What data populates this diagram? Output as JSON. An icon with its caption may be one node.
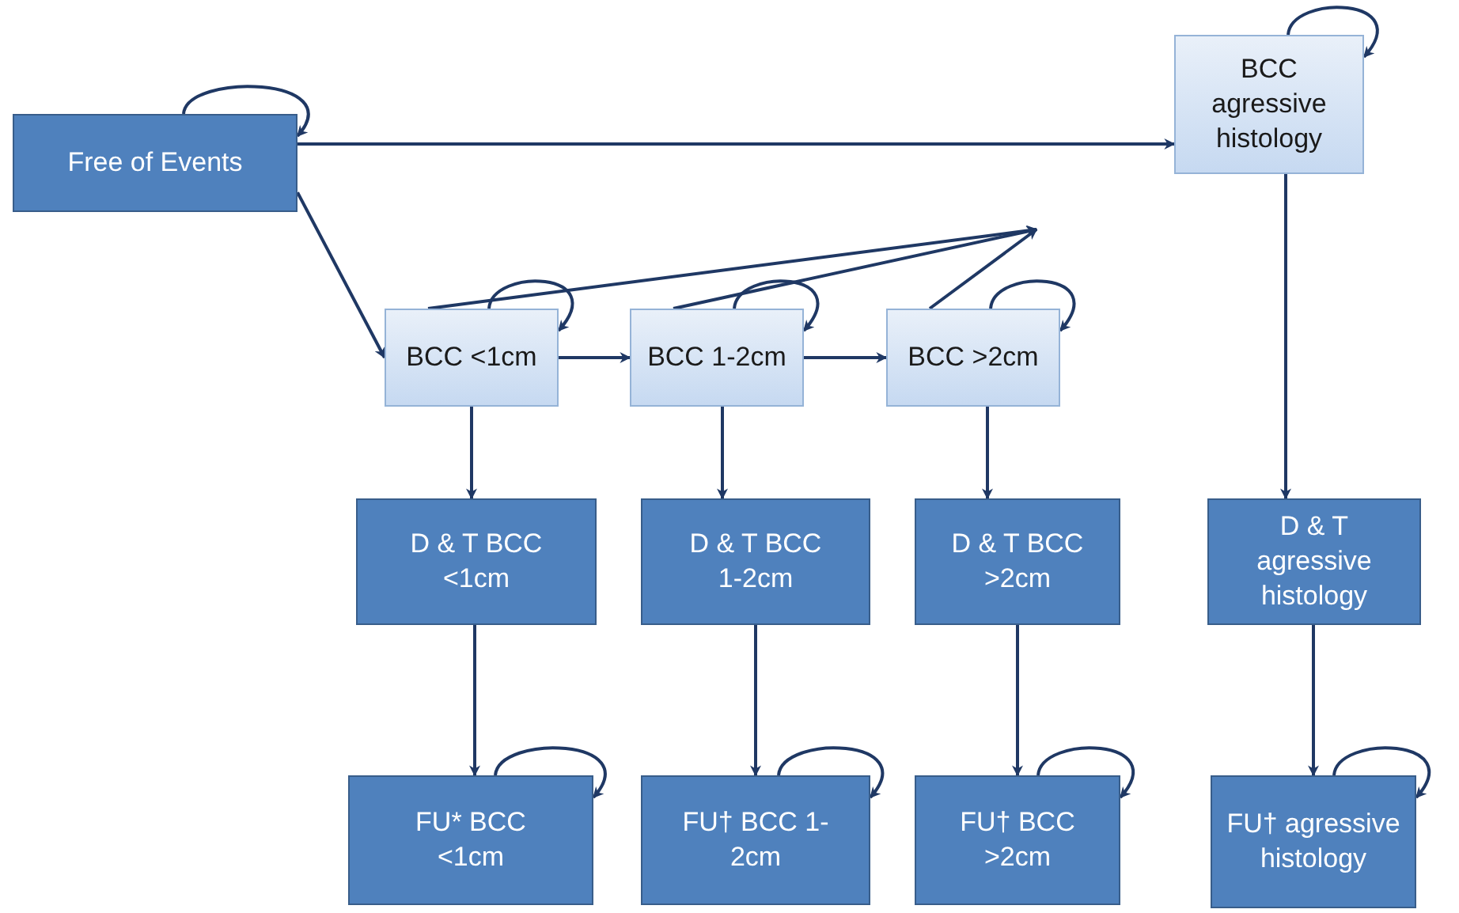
{
  "diagram": {
    "nodes": [
      {
        "text": [
          "Free of Events"
        ]
      },
      {
        "text": [
          "BCC agressive histology"
        ]
      },
      {
        "text": [
          "BCC <1cm"
        ]
      },
      {
        "text": [
          "BCC 1-2cm"
        ]
      },
      {
        "text": [
          "BCC >2cm"
        ]
      },
      {
        "text": [
          "D & T BCC <1cm"
        ]
      },
      {
        "text": [
          "D & T BCC 1-2cm"
        ]
      },
      {
        "text": [
          "D & T BCC >2cm"
        ]
      },
      {
        "text": [
          "D & T agressive histology"
        ]
      },
      {
        "text": [
          "FU* BCC <1cm"
        ]
      },
      {
        "text": [
          "FU† BCC 1-2cm"
        ]
      },
      {
        "text": [
          "FU† BCC >2cm"
        ]
      },
      {
        "text": [
          "FU† agressive histology"
        ]
      }
    ],
    "edges": [
      {
        "from": 0,
        "to": 0,
        "arrow": "to"
      },
      {
        "from": 0,
        "to": 1,
        "arrow": "to"
      },
      {
        "from": 0,
        "to": 2,
        "arrow": "to"
      },
      {
        "from": 1,
        "to": 1,
        "arrow": "to"
      },
      {
        "from": 2,
        "to": 2,
        "arrow": "to"
      },
      {
        "from": 2,
        "to": 3,
        "arrow": "to"
      },
      {
        "from": 3,
        "to": 3,
        "arrow": "to"
      },
      {
        "from": 3,
        "to": 4,
        "arrow": "to"
      },
      {
        "from": 4,
        "to": 4,
        "arrow": "to"
      },
      {
        "from": 2,
        "to": null,
        "arrow": "to"
      },
      {
        "from": 3,
        "to": null,
        "arrow": "to"
      },
      {
        "from": 4,
        "to": null,
        "arrow": "to"
      },
      {
        "from": 2,
        "to": 5,
        "arrow": "to"
      },
      {
        "from": 3,
        "to": 6,
        "arrow": "to"
      },
      {
        "from": 4,
        "to": 7,
        "arrow": "to"
      },
      {
        "from": 1,
        "to": 8,
        "arrow": "to"
      },
      {
        "from": 5,
        "to": 9,
        "arrow": "to"
      },
      {
        "from": 6,
        "to": 10,
        "arrow": "to"
      },
      {
        "from": 7,
        "to": 11,
        "arrow": "to"
      },
      {
        "from": 8,
        "to": 12,
        "arrow": "to"
      },
      {
        "from": 9,
        "to": 9,
        "arrow": "to"
      },
      {
        "from": 10,
        "to": 10,
        "arrow": "to"
      },
      {
        "from": 11,
        "to": 11,
        "arrow": "to"
      },
      {
        "from": 12,
        "to": 12,
        "arrow": "to"
      }
    ]
  }
}
